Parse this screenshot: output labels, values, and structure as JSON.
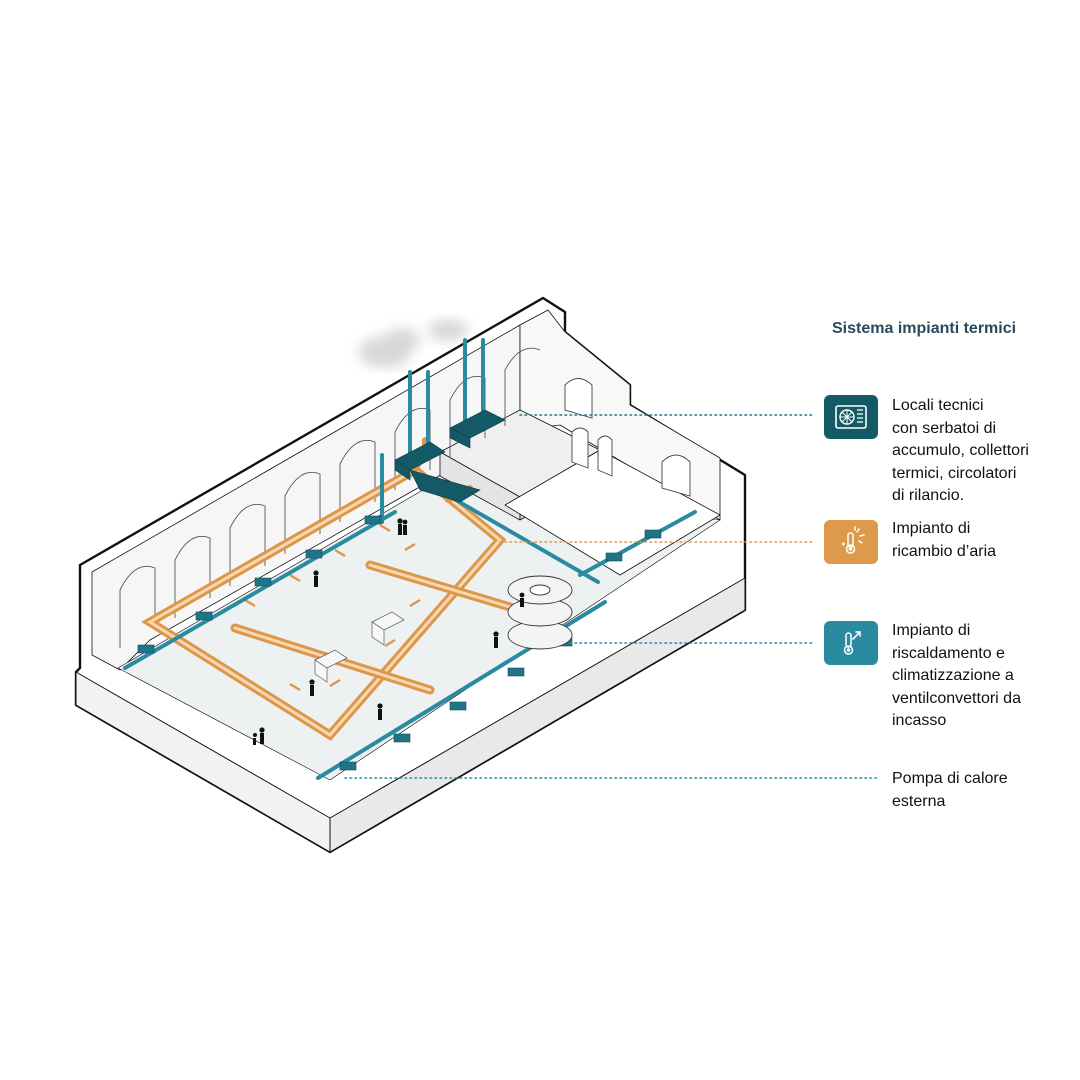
{
  "legend": {
    "title": "Sistema impianti termici",
    "items": [
      {
        "key": "locali-tecnici",
        "text": "Locali tecnici\ncon serbatoi di\naccumulo, collettori\ntermici, circolatori\ndi rilancio.",
        "icon": "ventilation-unit-icon",
        "color": "#135a66",
        "line_color": "#1f7488"
      },
      {
        "key": "ricambio-aria",
        "text": "Impianto di\nricambio d’aria",
        "icon": "sun-thermometer-icon",
        "color": "#dd9a4a",
        "line_color": "#e0994a"
      },
      {
        "key": "riscaldamento",
        "text": "Impianto di\nriscaldamento e\nclimatizzazione a\nventilconvettori da\nincasso",
        "icon": "thermometer-arrow-icon",
        "color": "#2a8ba0",
        "line_color": "#2a8ba0"
      },
      {
        "key": "pompa-calore",
        "text": "Pompa di calore\nesterna",
        "icon": "",
        "color": "",
        "line_color": "#2a8ba0"
      }
    ]
  },
  "colors": {
    "outline": "#111111",
    "wall": "#f7f7f7",
    "floor": "#eef1f2",
    "duct_orange": "#de9748",
    "pipe_teal": "#2a8ba0",
    "tech_dark": "#135a66"
  }
}
